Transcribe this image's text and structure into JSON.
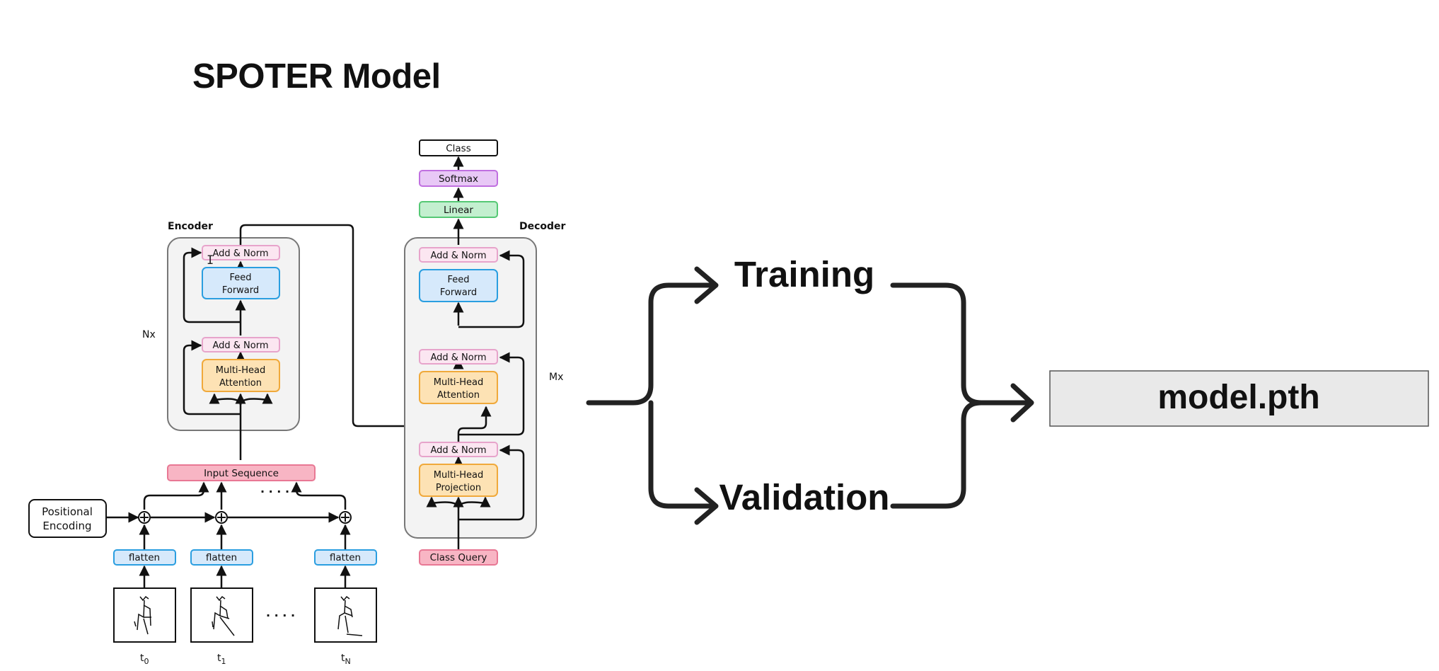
{
  "title": "SPOTER Model",
  "encoder": {
    "heading": "Encoder",
    "repeat": "Nx",
    "add_norm_top": "Add & Norm",
    "feed_forward": [
      "Feed",
      "Forward"
    ],
    "add_norm_bottom": "Add & Norm",
    "attention": [
      "Multi-Head",
      "Attention"
    ]
  },
  "decoder": {
    "heading": "Decoder",
    "repeat": "Mx",
    "add_norm_1": "Add & Norm",
    "feed_forward": [
      "Feed",
      "Forward"
    ],
    "add_norm_2": "Add & Norm",
    "attention": [
      "Multi-Head",
      "Attention"
    ],
    "add_norm_3": "Add & Norm",
    "projection": [
      "Multi-Head",
      "Projection"
    ]
  },
  "head": {
    "class": "Class",
    "softmax": "Softmax",
    "linear": "Linear"
  },
  "input_sequence": "Input Sequence",
  "positional_encoding": [
    "Positional",
    "Encoding"
  ],
  "flatten": "flatten",
  "class_query": "Class Query",
  "ellipsis": ". . . .",
  "time_steps": [
    "t0",
    "t1",
    "tN"
  ],
  "time_labels": [
    {
      "base": "t",
      "sub": "0"
    },
    {
      "base": "t",
      "sub": "1"
    },
    {
      "base": "t",
      "sub": "N"
    }
  ],
  "flow": {
    "training": "Training",
    "validation": "Validation",
    "output": "model.pth"
  },
  "colors": {
    "pink_fill": "#fbe6f1",
    "pink_stroke": "#e7a4cb",
    "blue_fill": "#d6e9fb",
    "blue_stroke": "#2a9ee0",
    "orange_fill": "#fde2b4",
    "orange_stroke": "#f0a93b",
    "red_fill": "#f8b5c4",
    "red_stroke": "#e87894",
    "purple_fill": "#e8c8f6",
    "purple_stroke": "#c06fe0",
    "green_fill": "#c3efcf",
    "green_stroke": "#55c874",
    "block_fill": "#f3f3f3",
    "block_stroke": "#777777",
    "output_fill": "#e9e9e9"
  }
}
